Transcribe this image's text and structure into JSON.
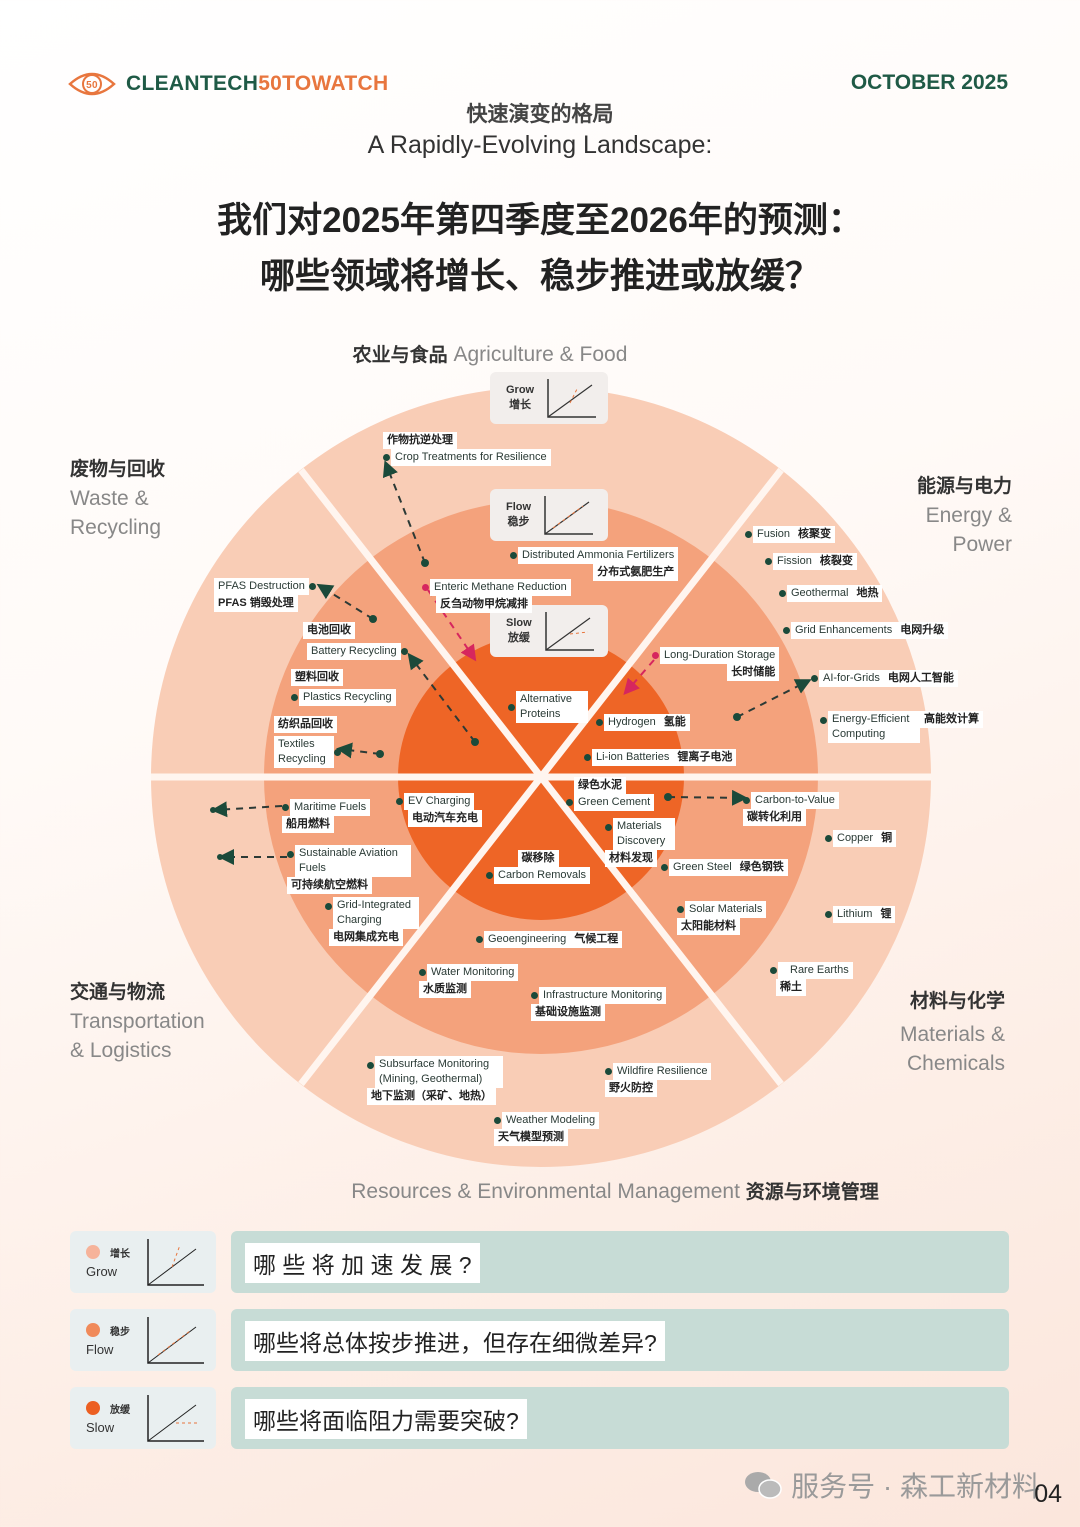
{
  "header": {
    "logo_badge": "50",
    "logo_a": "CLEANTECH",
    "logo_b": "50",
    "logo_c": "TOWATCH",
    "date": "OCTOBER 2025"
  },
  "subtitle_cn": "快速演变的格局",
  "subtitle_en": "A Rapidly-Evolving Landscape:",
  "title_line1": "我们对2025年第四季度至2026年的预测：",
  "title_line2": "哪些领域将增长、稳步推进或放缓？",
  "sections": {
    "agri": {
      "cn": "农业与食品",
      "en": "Agriculture & Food"
    },
    "waste": {
      "cn": "废物与回收",
      "en1": "Waste &",
      "en2": "Recycling"
    },
    "energy": {
      "cn": "能源与电力",
      "en1": "Energy &",
      "en2": "Power"
    },
    "transport": {
      "cn": "交通与物流",
      "en1": "Transportation",
      "en2": "& Logistics"
    },
    "materials": {
      "cn": "材料与化学",
      "en1": "Materials &",
      "en2": "Chemicals"
    },
    "resources": {
      "cn": "资源与环境管理",
      "en": "Resources & Environmental Management"
    }
  },
  "rings": [
    {
      "en": "Grow",
      "cn": "增长",
      "color": "#f9cdb6"
    },
    {
      "en": "Flow",
      "cn": "稳步",
      "color": "#f4a27c"
    },
    {
      "en": "Slow",
      "cn": "放缓",
      "color": "#ee6526"
    }
  ],
  "items": [
    {
      "en": "Crop Treatments for Resilience",
      "zh": "作物抗逆处理"
    },
    {
      "en": "Distributed Ammonia Fertilizers",
      "zh": "分布式氨肥生产"
    },
    {
      "en": "Enteric Methane Reduction",
      "zh": "反刍动物甲烷减排"
    },
    {
      "en": "Alternative Proteins"
    },
    {
      "en": "PFAS Destruction",
      "zh": "PFAS 销毁处理"
    },
    {
      "en": "Battery Recycling",
      "zh": "电池回收"
    },
    {
      "en": "Plastics Recycling",
      "zh": "塑料回收"
    },
    {
      "en": "Textiles Recycling",
      "zh": "纺织品回收"
    },
    {
      "en": "Fusion",
      "zh": "核聚变"
    },
    {
      "en": "Fission",
      "zh": "核裂变"
    },
    {
      "en": "Geothermal",
      "zh": "地热"
    },
    {
      "en": "Grid Enhancements",
      "zh": "电网升级"
    },
    {
      "en": "Long-Duration Storage",
      "zh": "长时储能"
    },
    {
      "en": "AI-for-Grids",
      "zh": "电网人工智能"
    },
    {
      "en": "Energy-Efficient Computing",
      "zh": "高能效计算"
    },
    {
      "en": "Hydrogen",
      "zh": "氢能"
    },
    {
      "en": "Li-ion Batteries",
      "zh": "锂离子电池"
    },
    {
      "en": "Maritime Fuels",
      "zh": "船用燃料"
    },
    {
      "en": "EV Charging",
      "zh": "电动汽车充电"
    },
    {
      "en": "Sustainable Aviation Fuels",
      "zh": "可持续航空燃料"
    },
    {
      "en": "Grid-Integrated Charging",
      "zh": "电网集成充电"
    },
    {
      "en": "Green Cement",
      "zh": "绿色水泥"
    },
    {
      "en": "Carbon-to-Value",
      "zh": "碳转化利用"
    },
    {
      "en": "Materials Discovery",
      "zh": "材料发现"
    },
    {
      "en": "Carbon Removals",
      "zh": "碳移除"
    },
    {
      "en": "Green Steel",
      "zh": "绿色钢铁"
    },
    {
      "en": "Copper",
      "zh": "铜"
    },
    {
      "en": "Solar Materials",
      "zh": "太阳能材料"
    },
    {
      "en": "Lithium",
      "zh": "锂"
    },
    {
      "en": "Geoengineering",
      "zh": "气候工程"
    },
    {
      "en": "Rare Earths",
      "zh": "稀土"
    },
    {
      "en": "Water Monitoring",
      "zh": "水质监测"
    },
    {
      "en": "Infrastructure Monitoring",
      "zh": "基础设施监测"
    },
    {
      "en": "Subsurface Monitoring (Mining, Geothermal)",
      "zh": "地下监测（采矿、地热）"
    },
    {
      "en": "Wildfire Resilience",
      "zh": "野火防控"
    },
    {
      "en": "Weather Modeling",
      "zh": "天气模型预测"
    }
  ],
  "legend": [
    {
      "cn": "增长",
      "en": "Grow",
      "question": "哪 些 将 加 速 发 展 ?",
      "color": "#f6b39a"
    },
    {
      "cn": "稳步",
      "en": "Flow",
      "question": "哪些将总体按步推进，但存在细微差异?",
      "color": "#f08a5a"
    },
    {
      "cn": "放缓",
      "en": "Slow",
      "question": "哪些将面临阻力需要突破?",
      "color": "#ec5f22"
    }
  ],
  "watermark": "服务号 · 森工新材料",
  "page_number": "04"
}
